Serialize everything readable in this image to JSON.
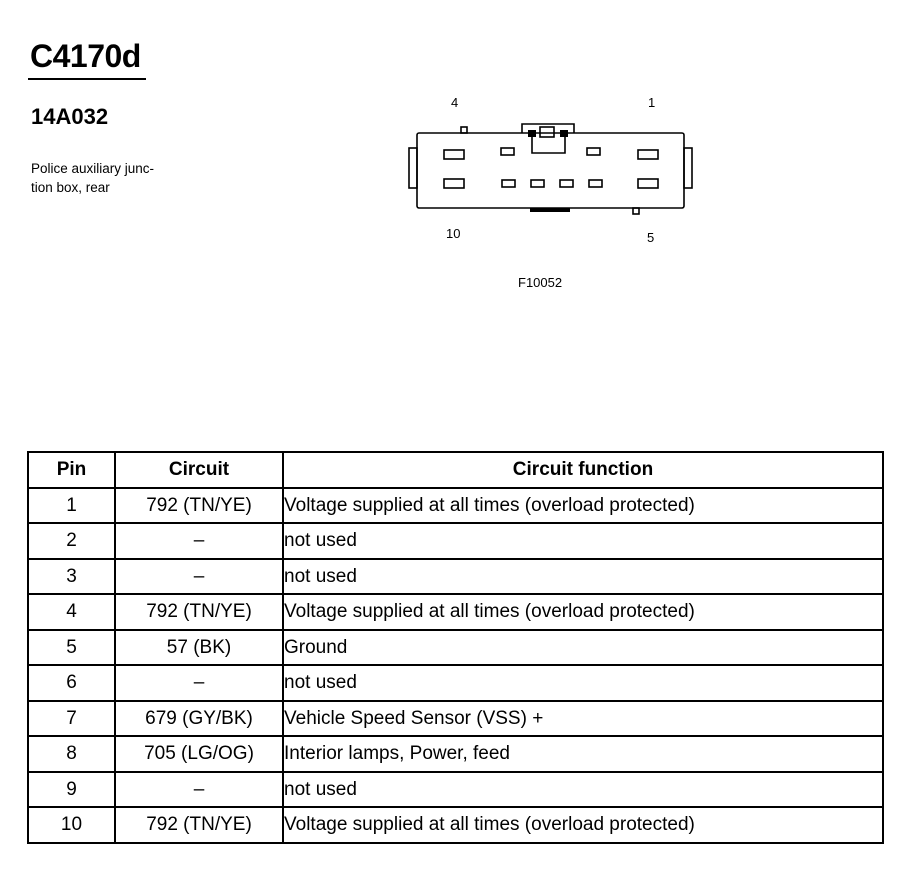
{
  "header": {
    "connector_id": "C4170d",
    "part_number": "14A032",
    "description_lines": [
      "Police auxiliary junc-",
      "tion box, rear"
    ]
  },
  "figure": {
    "pin_labels": {
      "top_left": "4",
      "top_right": "1",
      "bottom_left": "10",
      "bottom_right": "5"
    },
    "figure_id": "F10052"
  },
  "table": {
    "headers": [
      "Pin",
      "Circuit",
      "Circuit function"
    ],
    "rows": [
      {
        "pin": "1",
        "circuit": "792 (TN/YE)",
        "function": "Voltage supplied at all times (overload protected)"
      },
      {
        "pin": "2",
        "circuit": "–",
        "function": "not used"
      },
      {
        "pin": "3",
        "circuit": "–",
        "function": "not used"
      },
      {
        "pin": "4",
        "circuit": "792 (TN/YE)",
        "function": "Voltage supplied at all times (overload protected)"
      },
      {
        "pin": "5",
        "circuit": "57 (BK)",
        "function": "Ground"
      },
      {
        "pin": "6",
        "circuit": "–",
        "function": "not used"
      },
      {
        "pin": "7",
        "circuit": "679 (GY/BK)",
        "function": "Vehicle Speed Sensor (VSS) +"
      },
      {
        "pin": "8",
        "circuit": "705 (LG/OG)",
        "function": "Interior lamps, Power, feed"
      },
      {
        "pin": "9",
        "circuit": "–",
        "function": "not used"
      },
      {
        "pin": "10",
        "circuit": "792 (TN/YE)",
        "function": "Voltage supplied at all times (overload protected)"
      }
    ]
  }
}
